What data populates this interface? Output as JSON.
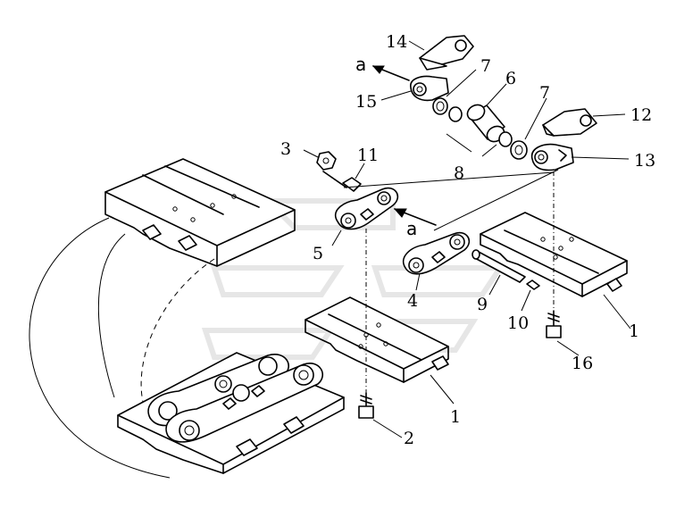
{
  "callouts": {
    "c1a": "1",
    "c1b": "1",
    "c2": "2",
    "c3": "3",
    "c4": "4",
    "c5": "5",
    "c6": "6",
    "c7a": "7",
    "c7b": "7",
    "c8": "8",
    "c9": "9",
    "c10": "10",
    "c11": "11",
    "c12": "12",
    "c13": "13",
    "c14": "14",
    "c15": "15",
    "c16": "16"
  },
  "view_arrows": {
    "a_top": "a",
    "a_mid": "a"
  }
}
